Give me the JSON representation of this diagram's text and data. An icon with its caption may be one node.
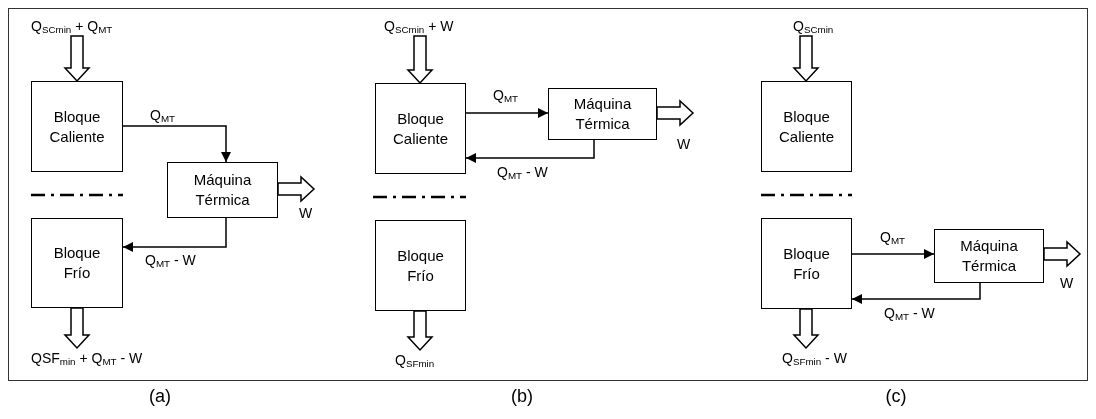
{
  "diagram": {
    "nodes": [
      {
        "text": [
          "Q$_{SCmin}$ + Q$_{MT}$"
        ]
      },
      {
        "text": [
          "Bloque Caliente"
        ]
      },
      {
        "text": [
          "Máquina Térmica"
        ]
      },
      {
        "text": [
          "Bloque Frío"
        ]
      },
      {
        "text": [
          "QSF$_{min}$ + Q$_{MT}$ - W"
        ]
      },
      {
        "text": [
          "Q$_{SCmin}$ + W"
        ]
      },
      {
        "text": [
          "Bloque Caliente"
        ]
      },
      {
        "text": [
          "Máquina Térmica"
        ]
      },
      {
        "text": [
          "Bloque Frío"
        ]
      },
      {
        "text": [
          "Q$_{SFmin}$"
        ]
      },
      {
        "text": [
          "Q$_{SCmin}$"
        ]
      },
      {
        "text": [
          "Bloque Caliente"
        ]
      },
      {
        "text": [
          "Bloque Frío"
        ]
      },
      {
        "text": [
          "Máquina Térmica"
        ]
      },
      {
        "text": [
          "Q$_{SFmin}$ - W"
        ]
      }
    ],
    "edges": [
      {
        "from": 0,
        "to": 1,
        "arrow": "to",
        "style": "thick"
      },
      {
        "from": 1,
        "to": 2,
        "arrow": "to",
        "label": "Q$_{MT}$"
      },
      {
        "from": 2,
        "to": null,
        "arrow": "to",
        "style": "thick",
        "label": "W"
      },
      {
        "from": 2,
        "to": 3,
        "arrow": "to",
        "label": "Q$_{MT}$ - W"
      },
      {
        "from": 3,
        "to": 4,
        "arrow": "to",
        "style": "thick"
      },
      {
        "from": 5,
        "to": 6,
        "arrow": "to",
        "style": "thick"
      },
      {
        "from": 6,
        "to": 7,
        "arrow": "to",
        "label": "Q$_{MT}$"
      },
      {
        "from": 7,
        "to": null,
        "arrow": "to",
        "style": "thick",
        "label": "W"
      },
      {
        "from": 7,
        "to": 6,
        "arrow": "to",
        "label": "Q$_{MT}$ - W"
      },
      {
        "from": 8,
        "to": 9,
        "arrow": "to",
        "style": "thick"
      },
      {
        "from": 10,
        "to": 11,
        "arrow": "to",
        "style": "thick"
      },
      {
        "from": 12,
        "to": 13,
        "arrow": "to",
        "label": "Q$_{MT}$"
      },
      {
        "from": 13,
        "to": null,
        "arrow": "to",
        "style": "thick",
        "label": "W"
      },
      {
        "from": 13,
        "to": 12,
        "arrow": "to",
        "label": "Q$_{MT}$ - W"
      },
      {
        "from": 12,
        "to": 14,
        "arrow": "to",
        "style": "thick"
      }
    ],
    "labels": [
      "(a)",
      "(b)",
      "(c)"
    ]
  }
}
